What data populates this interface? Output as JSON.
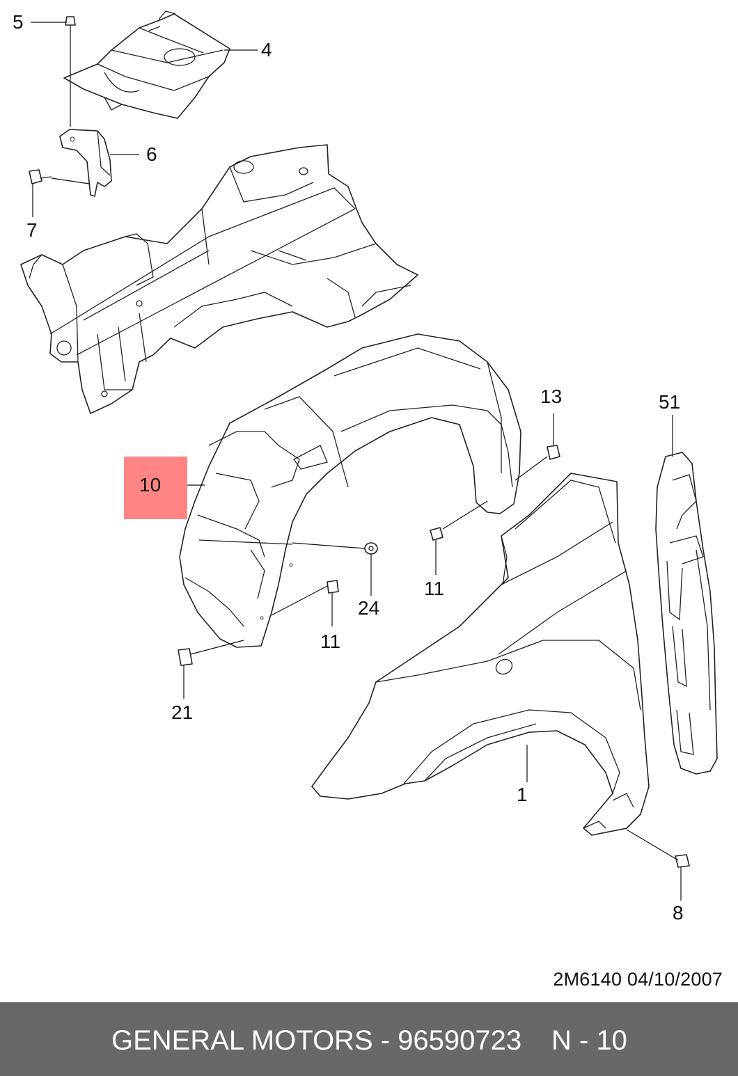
{
  "callouts": {
    "c5": "5",
    "c4": "4",
    "c6": "6",
    "c7": "7",
    "c13": "13",
    "c51": "51",
    "c10": "10",
    "c24": "24",
    "c11a": "11",
    "c11b": "11",
    "c21": "21",
    "c1": "1",
    "c8": "8"
  },
  "document_code": "2M6140  04/10/2007",
  "footer": {
    "brand_part": "GENERAL MOTORS - 96590723",
    "page": "N - 10"
  },
  "colors": {
    "highlight": "#ff8585",
    "footer_bg": "#686868"
  }
}
